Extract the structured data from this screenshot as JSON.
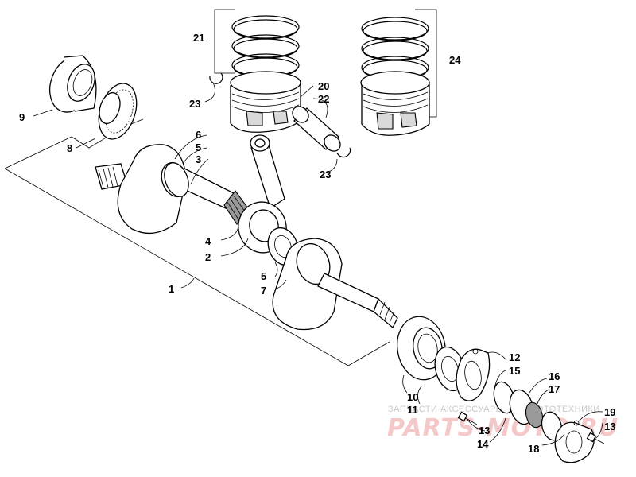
{
  "callouts": {
    "c1": "1",
    "c2": "2",
    "c3": "3",
    "c4": "4",
    "c5a": "5",
    "c5b": "5",
    "c6": "6",
    "c7": "7",
    "c8": "8",
    "c9": "9",
    "c10": "10",
    "c11": "11",
    "c12": "12",
    "c13a": "13",
    "c13b": "13",
    "c14": "14",
    "c15": "15",
    "c16": "16",
    "c17": "17",
    "c18": "18",
    "c19": "19",
    "c20": "20",
    "c21": "21",
    "c22": "22",
    "c23a": "23",
    "c23b": "23",
    "c24": "24"
  },
  "watermark": {
    "tagline": "ЗАПЧАСТИ АКСЕССУАРЫ ДЛЯ МОТОТЕХНИКИ",
    "logo": "PARTS-MOTO.RU"
  }
}
